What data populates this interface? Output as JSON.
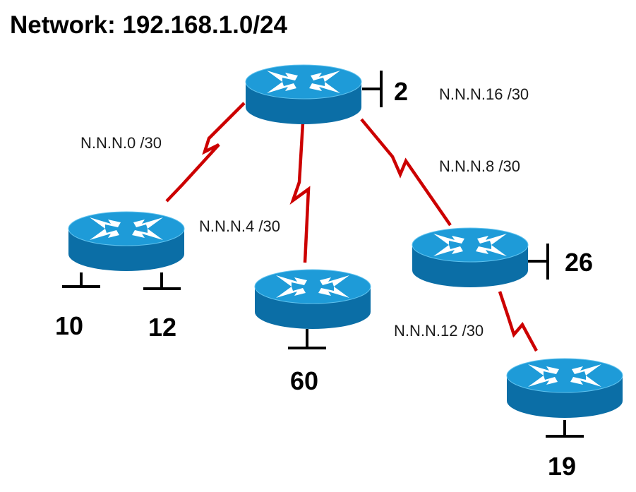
{
  "title": "Network: 192.168.1.0/24",
  "colors": {
    "serial_link": "#cc0000",
    "router_top": "#1e9bd8",
    "router_side": "#0b6ea6",
    "router_arrow": "#ffffff",
    "lan_line": "#000000"
  },
  "icons": {
    "router": "router-icon",
    "serial_link": "serial-link-zigzag",
    "lan_segment": "lan-segment-icon"
  },
  "links": {
    "top_left": "N.N.N.0 /30",
    "top_center": "N.N.N.4 /30",
    "top_right": "N.N.N.8 /30",
    "top_stub": "N.N.N.16 /30",
    "right_bottom": "N.N.N.12 /30"
  },
  "lans": {
    "top": "2",
    "left_a": "10",
    "left_b": "12",
    "center": "60",
    "right": "26",
    "bottom_right": "19"
  }
}
